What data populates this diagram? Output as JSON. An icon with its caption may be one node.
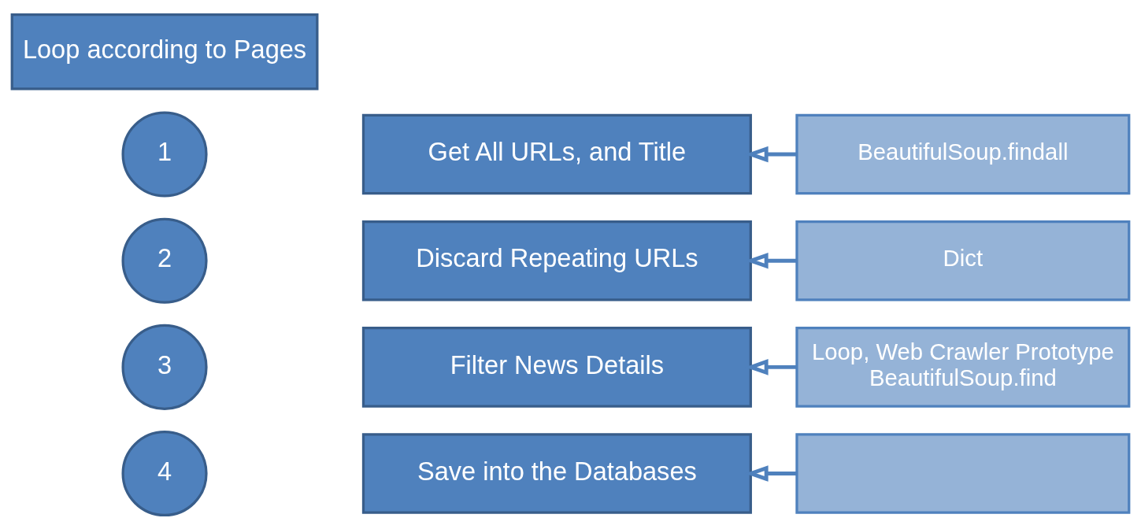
{
  "diagram": {
    "nodes": [
      {
        "text": [
          "Loop according to Pages"
        ]
      },
      {
        "text": [
          "1"
        ]
      },
      {
        "text": [
          "Get All URLs, and Title"
        ]
      },
      {
        "text": [
          "BeautifulSoup.findall"
        ]
      },
      {
        "text": [
          "2"
        ]
      },
      {
        "text": [
          "Discard Repeating URLs"
        ]
      },
      {
        "text": [
          "Dict"
        ]
      },
      {
        "text": [
          "3"
        ]
      },
      {
        "text": [
          "Filter News Details"
        ]
      },
      {
        "text": [
          "Loop, Web Crawler Prototype BeautifulSoup.find"
        ]
      },
      {
        "text": [
          "4"
        ]
      },
      {
        "text": [
          "Save into the Databases"
        ]
      },
      {
        "text": [],
        "shape": "box"
      }
    ],
    "edges": [
      {
        "from": 3,
        "to": 2,
        "arrow": "to"
      },
      {
        "from": 6,
        "to": 5,
        "arrow": "to"
      },
      {
        "from": 9,
        "to": 8,
        "arrow": "to"
      },
      {
        "from": 12,
        "to": 11,
        "arrow": "to"
      }
    ]
  }
}
